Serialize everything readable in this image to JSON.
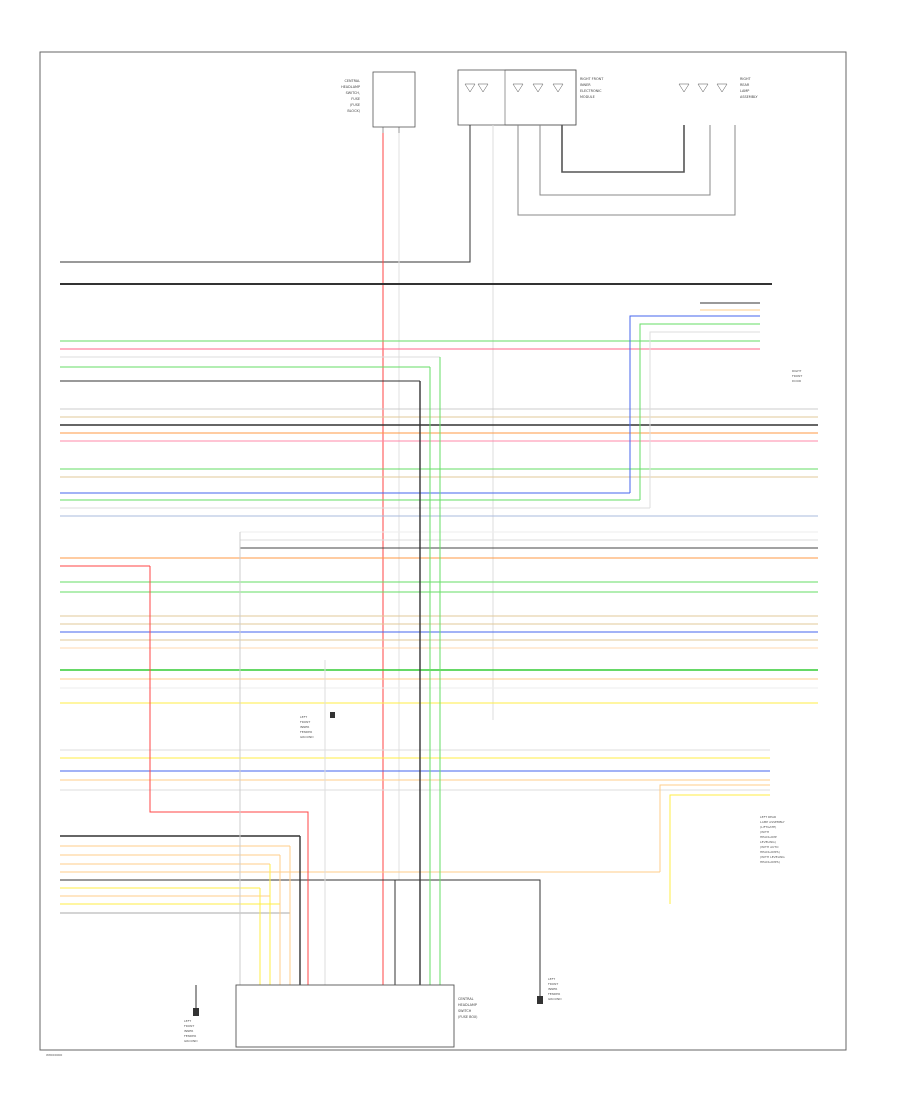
{
  "figure_code": "W8000000",
  "components": {
    "top_center": [
      "CENTRAL",
      "HEADLAMP",
      "SWITCH,",
      "FUSE",
      "(FUSE",
      "BLOCK)"
    ],
    "top_right_a": [
      "RIGHT FRONT",
      "INNER",
      "ELECTRONIC",
      "MODULE"
    ],
    "top_right_b": [
      "RIGHT",
      "REAR",
      "LAMP",
      "ASSEMBLY"
    ],
    "right_mid": [
      "RIGHT",
      "FRONT",
      "DOOR"
    ],
    "lower_right": [
      "LEFT REAR",
      "LAMP ASSEMBLY",
      "(LIFTGATE)",
      "(WITH",
      "HEADLAMP",
      "LEVELING)",
      "(WITH AUTO",
      "HEADLAMPS)",
      "(WITH LEVELING",
      "HEADLAMPS)"
    ],
    "center_ground": [
      "LEFT",
      "FRONT",
      "INNER",
      "FENDER",
      "GROUND"
    ],
    "bottom_left_ground": [
      "LEFT",
      "FRONT",
      "INNER",
      "FENDER",
      "GROUND"
    ],
    "bottom_right_ground": [
      "LEFT",
      "FRONT",
      "INNER",
      "FENDER",
      "GROUND"
    ],
    "connector_note": [
      "CENTRAL",
      "HEADLAMP",
      "SWITCH",
      "(FUSE BOX)"
    ]
  },
  "wires": [
    {
      "color": "#cc2222",
      "label": "RED"
    },
    {
      "color": "#ff7f50",
      "label": "ORG"
    },
    {
      "color": "#22aa22",
      "label": "GRN"
    },
    {
      "color": "#2244cc",
      "label": "BLU"
    },
    {
      "color": "#e6d200",
      "label": "YEL"
    },
    {
      "color": "#808080",
      "label": "GRY"
    },
    {
      "color": "#d89cd8",
      "label": "PNK"
    },
    {
      "color": "#111111",
      "label": "BLK"
    }
  ]
}
